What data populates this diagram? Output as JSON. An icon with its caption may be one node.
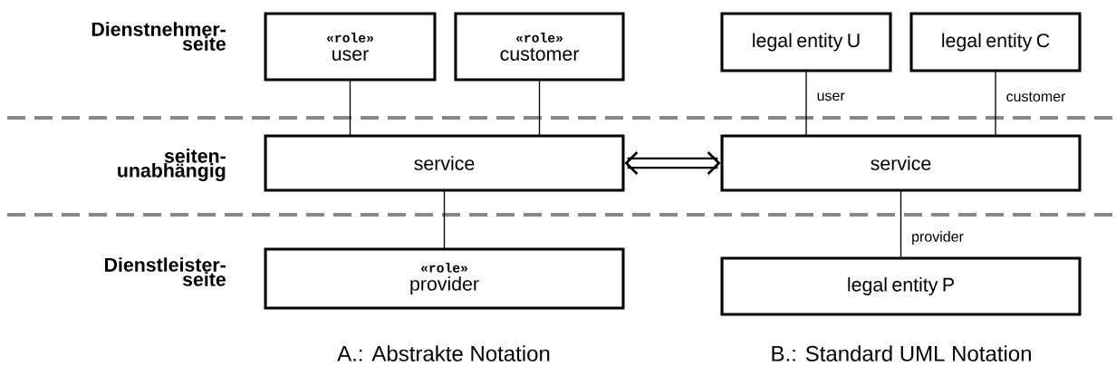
{
  "diagram": {
    "nodes": [
      {
        "text": [
          "«role»",
          "user"
        ]
      },
      {
        "text": [
          "«role»",
          "customer"
        ]
      },
      {
        "text": [
          "service"
        ]
      },
      {
        "text": [
          "«role»",
          "provider"
        ]
      },
      {
        "text": [
          "legal entity U"
        ]
      },
      {
        "text": [
          "legal entity C"
        ]
      },
      {
        "text": [
          "service"
        ]
      },
      {
        "text": [
          "legal entity P"
        ]
      }
    ],
    "edges": [
      {
        "from": 0,
        "to": 2,
        "arrow": "none"
      },
      {
        "from": 1,
        "to": 2,
        "arrow": "none"
      },
      {
        "from": 2,
        "to": 3,
        "arrow": "none"
      },
      {
        "from": 2,
        "to": 6,
        "arrow": "both",
        "style": "thick"
      },
      {
        "from": 4,
        "to": 6,
        "arrow": "none",
        "label": "user"
      },
      {
        "from": 5,
        "to": 6,
        "arrow": "none",
        "label": "customer"
      },
      {
        "from": 6,
        "to": 7,
        "arrow": "none",
        "label": "provider"
      }
    ],
    "labels": [
      "Dienstnehmer- seite",
      "seiten- unabhängig",
      "Dienstleister- seite",
      "A.: Abstrakte Notation",
      "B.: Standard UML Notation"
    ]
  }
}
